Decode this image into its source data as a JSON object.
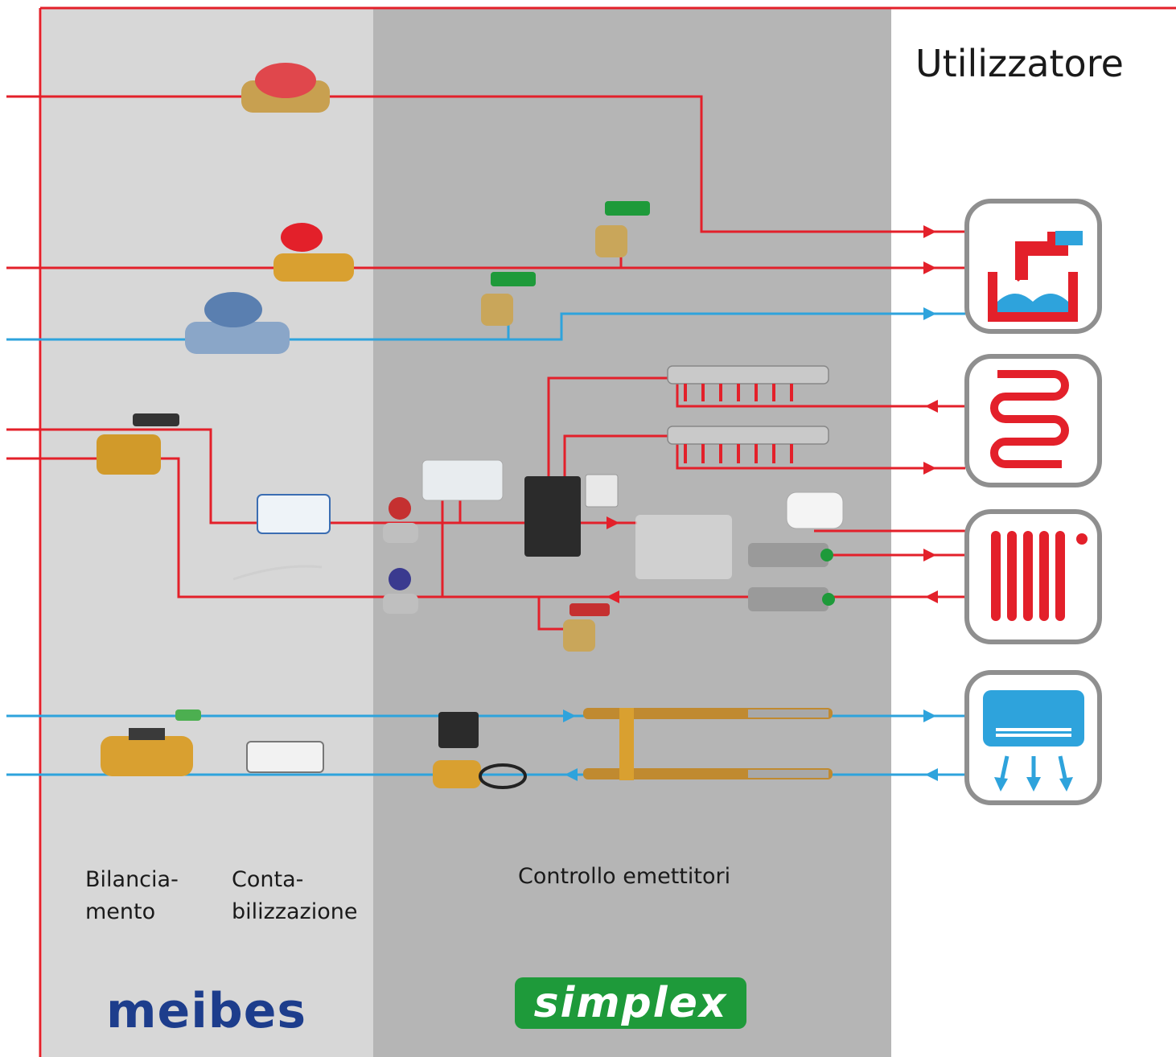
{
  "title": "Utilizzatore",
  "sections": {
    "bilanciamento": "Bilancia-\nmento",
    "contabilizzazione": "Conta-\nbilizzazione",
    "controllo": "Controllo emettitori"
  },
  "brands": {
    "meibes": "meibes",
    "simplex": "simplex"
  },
  "colors": {
    "hot_line": "#e3202a",
    "cold_line": "#2ea3dc",
    "zone_light": "#d7d7d7",
    "zone_dark": "#b5b5b5",
    "icon_frame": "#8f8f8f",
    "meibes_blue": "#1d3d8c",
    "simplex_green": "#1e9a3a"
  },
  "user_icons": [
    "sanitary-water-icon",
    "floor-heating-icon",
    "radiator-icon",
    "fan-coil-icon"
  ]
}
